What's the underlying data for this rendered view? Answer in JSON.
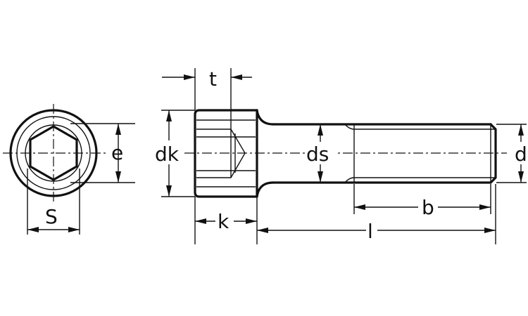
{
  "labels": {
    "t": "t",
    "e": "e",
    "dk": "dk",
    "ds": "ds",
    "d": "d",
    "s": "S",
    "k": "k",
    "b": "b",
    "l": "l"
  },
  "colors": {
    "line": "#111111",
    "background": "#ffffff"
  }
}
